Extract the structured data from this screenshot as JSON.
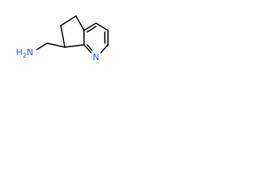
{
  "structure": {
    "atoms": {
      "amine": {
        "symbol": "H",
        "subscript": "2",
        "element": "N",
        "color": "#3050f8"
      },
      "ring_nitrogen": {
        "symbol": "N",
        "color": "#3050f8"
      }
    },
    "bond_color": "#000000",
    "background": "#ffffff"
  }
}
